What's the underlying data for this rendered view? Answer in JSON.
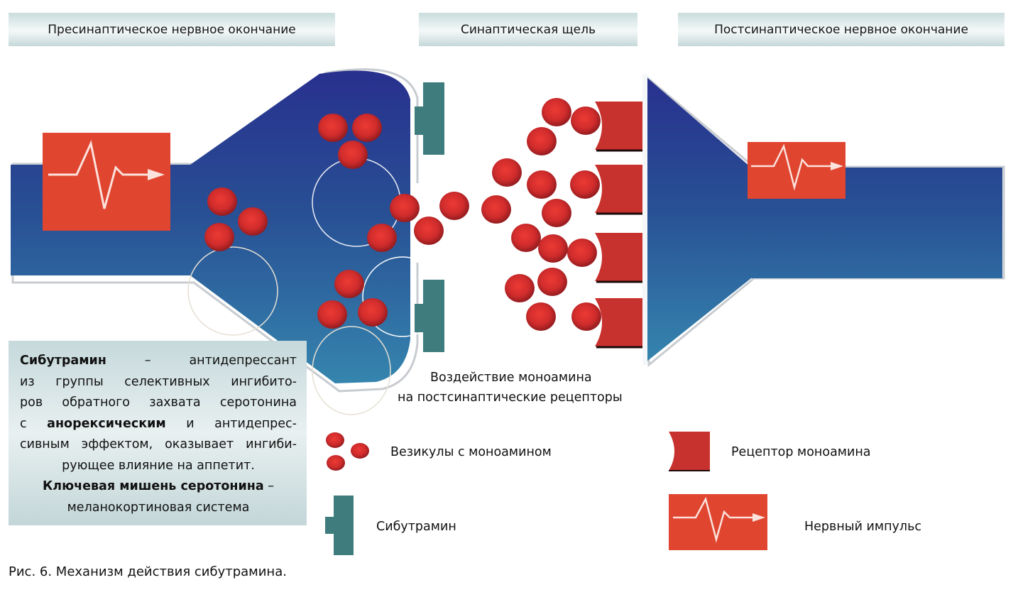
{
  "headers": {
    "presynaptic": "Пресинаптическое нервное окончание",
    "cleft": "Синаптическая щель",
    "postsynaptic": "Постсинаптическое нервное окончание"
  },
  "description": {
    "line1_bold": "Сибутрамин",
    "line1_rest": "–  антидепрессант",
    "line2": "из группы селективных ингибито-",
    "line3": "ров обратного захвата серотонина",
    "line4_pre": "с",
    "line4_bold": "анорексическим",
    "line4_rest": "и антидепрес-",
    "line5": "сивным эффектом, оказывает ингиби-",
    "line6": "рующее влияние на аппетит.",
    "line7_bold": "Ключевая мишень серотонина",
    "line7_rest": "–",
    "line8": "меланокортиновая система"
  },
  "annotation": {
    "line1": "Воздействие моноамина",
    "line2": "на постсинаптические рецепторы"
  },
  "legend": [
    {
      "icon": "vesicles-icon",
      "label": "Везикулы с моноамином"
    },
    {
      "icon": "receptor-icon",
      "label": "Рецептор моноамина"
    },
    {
      "icon": "sibutramine-blocker-icon",
      "label": "Сибутрамин"
    },
    {
      "icon": "nerve-impulse-icon",
      "label": "Нервный импульс"
    }
  ],
  "caption": "Рис. 6. Механизм действия сибутрамина.",
  "colors": {
    "neuron_dark": "#2a3a92",
    "neuron_light": "#3580aa",
    "vesicle": "#d83030",
    "receptor": "#c8322e",
    "blocker": "#3f7c7e",
    "impulse_bg": "#e04530"
  }
}
